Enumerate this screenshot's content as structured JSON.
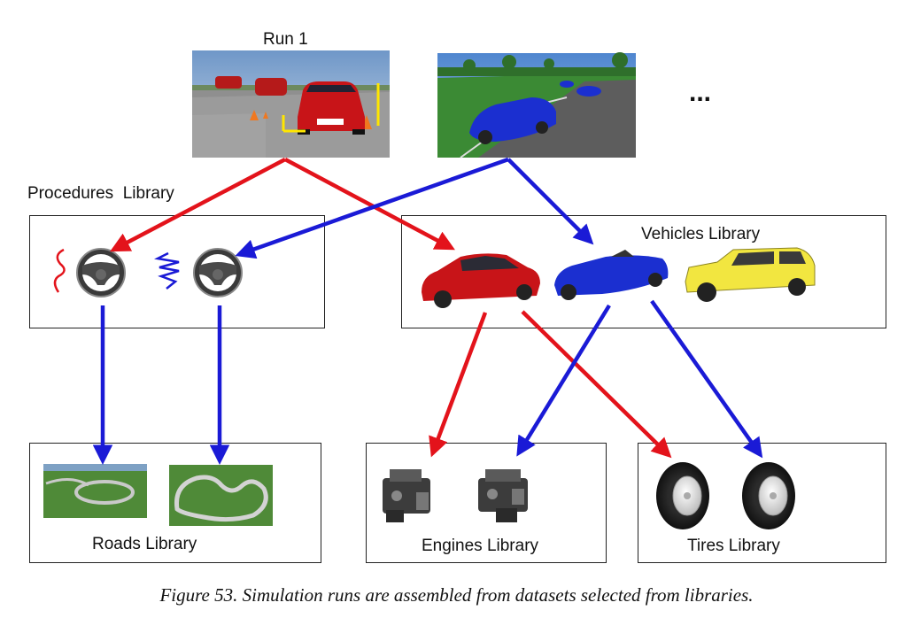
{
  "run_label": "Run 1",
  "ellipsis": "...",
  "libraries": {
    "procedures": "Procedures  Library",
    "vehicles": "Vehicles Library",
    "roads": "Roads Library",
    "engines": "Engines Library",
    "tires": "Tires Library"
  },
  "caption": "Figure 53. Simulation runs are assembled from datasets selected from libraries.",
  "colors": {
    "red_arrow": "#e3131b",
    "blue_arrow": "#1a1ad6",
    "red_car": "#c81418",
    "blue_car": "#1b2fd0",
    "yellow_suv": "#f2e640",
    "grass": "#4f8a38"
  },
  "icons": [
    "steering-wheel-icon",
    "car-icon",
    "engine-icon",
    "tire-icon",
    "road-track-icon"
  ]
}
